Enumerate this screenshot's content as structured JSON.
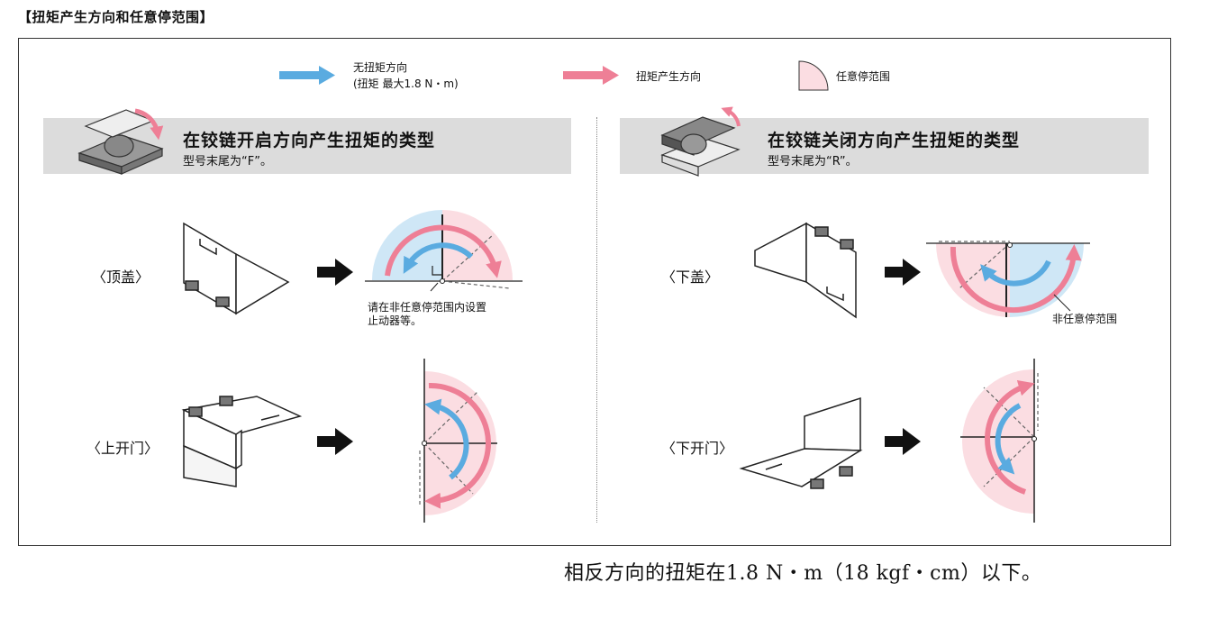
{
  "header": "【扭矩产生方向和任意停范围】",
  "legend": {
    "no_torque_line1": "无扭矩方向",
    "no_torque_line2": "(扭矩 最大1.8 N・m)",
    "torque": "扭矩产生方向",
    "free_stop": "任意停范围"
  },
  "left_panel": {
    "title": "在铰链开启方向产生扭矩的类型",
    "subtitle": "型号末尾为“F”。",
    "case_top": "〈顶盖〉",
    "case_up": "〈上开门〉",
    "note_line1": "请在非任意停范围内设置",
    "note_line2": "止动器等。"
  },
  "right_panel": {
    "title": "在铰链关闭方向产生扭矩的类型",
    "subtitle": "型号末尾为“R”。",
    "case_bottom_lid": "〈下盖〉",
    "case_down": "〈下开门〉",
    "non_free_stop": "非任意停范围"
  },
  "footer": "相反方向的扭矩在1.8 N・m（18 kgf・cm）以下。",
  "colors": {
    "blue_arrow": "#5aabe0",
    "pink_arrow": "#ee7f96",
    "free_stop_fill": "#fbdde2",
    "blue_fill": "#cfe7f6",
    "band": "#dcdcdc"
  }
}
